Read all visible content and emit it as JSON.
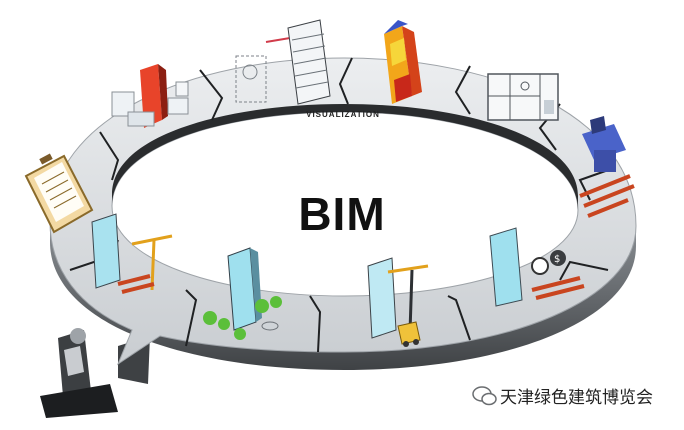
{
  "diagram": {
    "center_title": "BIM",
    "ring_label": "VISUALIZATION",
    "stages": [
      {
        "name": "planning-office-models",
        "icon": "office-buildings-icon"
      },
      {
        "name": "design-concept-sketch",
        "icon": "sketch-to-building-icon"
      },
      {
        "name": "structural-analysis",
        "icon": "colored-tower-icon"
      },
      {
        "name": "floor-plan-layout",
        "icon": "floor-plan-icon"
      },
      {
        "name": "fabrication",
        "icon": "fabrication-machine-icon"
      },
      {
        "name": "cost-and-schedule",
        "icon": "cost-schedule-building-icon"
      },
      {
        "name": "construction",
        "icon": "crane-construction-icon"
      },
      {
        "name": "operation-maintenance",
        "icon": "landscaped-building-icon"
      },
      {
        "name": "renovation",
        "icon": "crane-renovation-icon"
      },
      {
        "name": "demolition",
        "icon": "demolition-rubble-icon"
      },
      {
        "name": "checklist-documentation",
        "icon": "clipboard-checklist-icon"
      }
    ]
  },
  "watermark": {
    "text": "天津绿色建筑博览会",
    "icon": "wechat-logo-icon"
  },
  "colors": {
    "ring_top": "#d9dcdf",
    "ring_side": "#6e7276",
    "ring_dark": "#3b3e41",
    "glass": "#7fd3e6",
    "tree": "#5bbf3a"
  }
}
